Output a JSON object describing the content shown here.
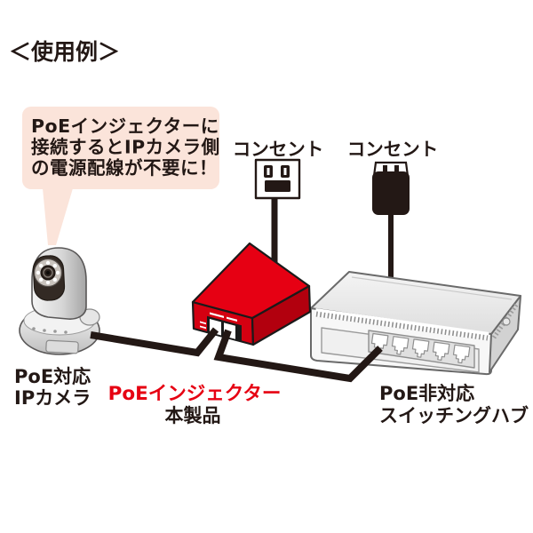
{
  "title": "＜使用例＞",
  "callout": {
    "line1": "PoEインジェクターに",
    "line2": "接続するとIPカメラ側",
    "line3": "の電源配線が不要に！"
  },
  "labels": {
    "outlet_left": "コンセント",
    "outlet_right": "コンセント",
    "camera_line1": "PoE対応",
    "camera_line2": "IPカメラ",
    "injector_name": "PoEインジェクター",
    "injector_sub": "本製品",
    "hub_line1": "PoE非対応",
    "hub_line2": "スイッチングハブ"
  },
  "colors": {
    "ink": "#231815",
    "red": "#e60013",
    "red_front": "#d40011",
    "red_side": "#b2000e",
    "red_text": "#e60012",
    "callout_bg": "#fbe4da",
    "cable": "#231815",
    "device_gray": "#e9e9e9"
  }
}
